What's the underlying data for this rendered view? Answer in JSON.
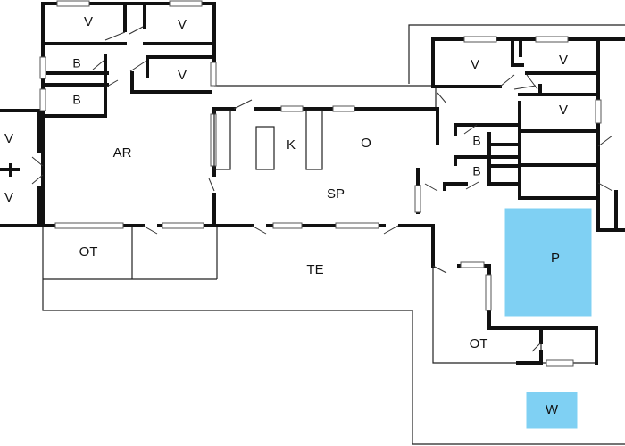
{
  "colors": {
    "wall": "#111111",
    "water": "#7fd0f3",
    "background": "#ffffff"
  },
  "rooms": {
    "v1": "V",
    "v2": "V",
    "v3": "V",
    "b1": "B",
    "b2": "B",
    "ar": "AR",
    "v_left1": "V",
    "v_left2": "V",
    "k": "K",
    "o": "O",
    "sp": "SP",
    "v4": "V",
    "v5": "V",
    "v6": "V",
    "b3": "B",
    "b4": "B",
    "p": "P",
    "ot1": "OT",
    "te": "TE",
    "ot2": "OT",
    "w": "W"
  }
}
